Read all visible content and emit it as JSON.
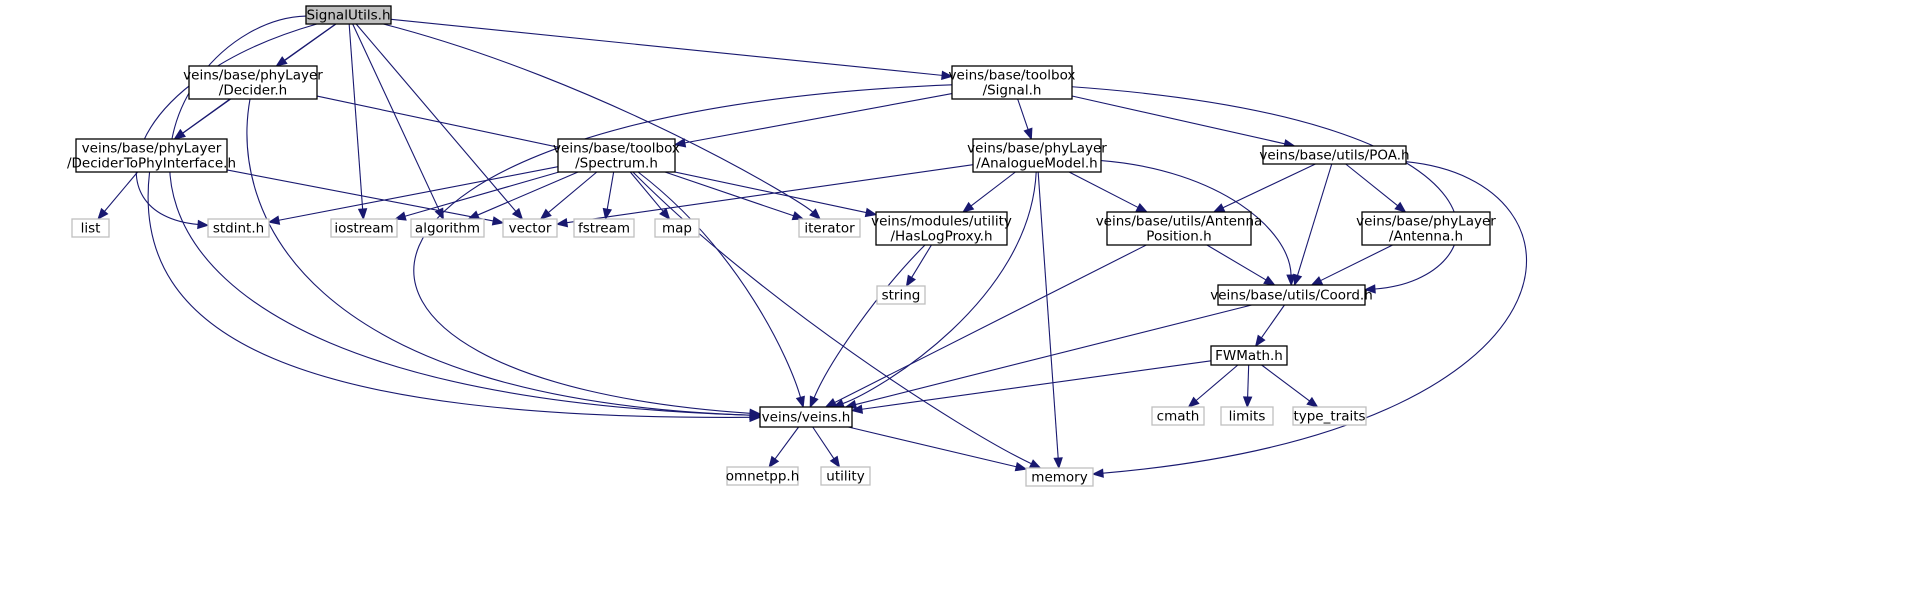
{
  "graph": {
    "nodes": [
      {
        "id": "signalutils",
        "lines": [
          "SignalUtils.h"
        ],
        "kind": "focus"
      },
      {
        "id": "decider",
        "lines": [
          "veins/base/phyLayer",
          "/Decider.h"
        ],
        "kind": "project"
      },
      {
        "id": "signal",
        "lines": [
          "veins/base/toolbox",
          "/Signal.h"
        ],
        "kind": "project"
      },
      {
        "id": "decidertophy",
        "lines": [
          "veins/base/phyLayer",
          "/DeciderToPhyInterface.h"
        ],
        "kind": "project"
      },
      {
        "id": "spectrum",
        "lines": [
          "veins/base/toolbox",
          "/Spectrum.h"
        ],
        "kind": "project"
      },
      {
        "id": "analoguemodel",
        "lines": [
          "veins/base/phyLayer",
          "/AnalogueModel.h"
        ],
        "kind": "project"
      },
      {
        "id": "poa",
        "lines": [
          "veins/base/utils/POA.h"
        ],
        "kind": "project"
      },
      {
        "id": "list",
        "lines": [
          "list"
        ],
        "kind": "system"
      },
      {
        "id": "stdint",
        "lines": [
          "stdint.h"
        ],
        "kind": "system"
      },
      {
        "id": "iostream",
        "lines": [
          "iostream"
        ],
        "kind": "system"
      },
      {
        "id": "algorithm",
        "lines": [
          "algorithm"
        ],
        "kind": "system"
      },
      {
        "id": "vector",
        "lines": [
          "vector"
        ],
        "kind": "system"
      },
      {
        "id": "fstream",
        "lines": [
          "fstream"
        ],
        "kind": "system"
      },
      {
        "id": "map",
        "lines": [
          "map"
        ],
        "kind": "system"
      },
      {
        "id": "iterator",
        "lines": [
          "iterator"
        ],
        "kind": "system"
      },
      {
        "id": "haslogproxy",
        "lines": [
          "veins/modules/utility",
          "/HasLogProxy.h"
        ],
        "kind": "project"
      },
      {
        "id": "antennapos",
        "lines": [
          "veins/base/utils/Antenna",
          "Position.h"
        ],
        "kind": "project"
      },
      {
        "id": "antenna",
        "lines": [
          "veins/base/phyLayer",
          "/Antenna.h"
        ],
        "kind": "project"
      },
      {
        "id": "string",
        "lines": [
          "string"
        ],
        "kind": "system"
      },
      {
        "id": "coord",
        "lines": [
          "veins/base/utils/Coord.h"
        ],
        "kind": "project"
      },
      {
        "id": "fwmath",
        "lines": [
          "FWMath.h"
        ],
        "kind": "project"
      },
      {
        "id": "cmath",
        "lines": [
          "cmath"
        ],
        "kind": "system"
      },
      {
        "id": "limits",
        "lines": [
          "limits"
        ],
        "kind": "system"
      },
      {
        "id": "typetraits",
        "lines": [
          "type_traits"
        ],
        "kind": "system"
      },
      {
        "id": "veins",
        "lines": [
          "veins/veins.h"
        ],
        "kind": "project"
      },
      {
        "id": "omnetpp",
        "lines": [
          "omnetpp.h"
        ],
        "kind": "system"
      },
      {
        "id": "utility",
        "lines": [
          "utility"
        ],
        "kind": "system"
      },
      {
        "id": "memory",
        "lines": [
          "memory"
        ],
        "kind": "system"
      }
    ],
    "edges": [
      {
        "from": "signalutils",
        "to": "decider"
      },
      {
        "from": "signalutils",
        "to": "signal"
      },
      {
        "from": "signalutils",
        "to": "decidertophy"
      },
      {
        "from": "signalutils",
        "to": "stdint"
      },
      {
        "from": "signalutils",
        "to": "iostream"
      },
      {
        "from": "signalutils",
        "to": "algorithm"
      },
      {
        "from": "signalutils",
        "to": "vector"
      },
      {
        "from": "signalutils",
        "to": "iterator"
      },
      {
        "from": "signalutils",
        "to": "veins"
      },
      {
        "from": "decider",
        "to": "decidertophy"
      },
      {
        "from": "decider",
        "to": "haslogproxy"
      },
      {
        "from": "decider",
        "to": "veins"
      },
      {
        "from": "decidertophy",
        "to": "list"
      },
      {
        "from": "decidertophy",
        "to": "vector"
      },
      {
        "from": "decidertophy",
        "to": "veins"
      },
      {
        "from": "signal",
        "to": "spectrum"
      },
      {
        "from": "signal",
        "to": "analoguemodel"
      },
      {
        "from": "signal",
        "to": "poa"
      },
      {
        "from": "signal",
        "to": "coord"
      },
      {
        "from": "signal",
        "to": "veins"
      },
      {
        "from": "spectrum",
        "to": "stdint"
      },
      {
        "from": "spectrum",
        "to": "iostream"
      },
      {
        "from": "spectrum",
        "to": "algorithm"
      },
      {
        "from": "spectrum",
        "to": "vector"
      },
      {
        "from": "spectrum",
        "to": "fstream"
      },
      {
        "from": "spectrum",
        "to": "map"
      },
      {
        "from": "spectrum",
        "to": "iterator"
      },
      {
        "from": "spectrum",
        "to": "memory"
      },
      {
        "from": "spectrum",
        "to": "veins"
      },
      {
        "from": "analoguemodel",
        "to": "vector"
      },
      {
        "from": "analoguemodel",
        "to": "haslogproxy"
      },
      {
        "from": "analoguemodel",
        "to": "antennapos"
      },
      {
        "from": "analoguemodel",
        "to": "coord"
      },
      {
        "from": "analoguemodel",
        "to": "memory"
      },
      {
        "from": "analoguemodel",
        "to": "veins"
      },
      {
        "from": "poa",
        "to": "antennapos"
      },
      {
        "from": "poa",
        "to": "antenna"
      },
      {
        "from": "poa",
        "to": "coord"
      },
      {
        "from": "poa",
        "to": "memory"
      },
      {
        "from": "haslogproxy",
        "to": "string"
      },
      {
        "from": "haslogproxy",
        "to": "veins"
      },
      {
        "from": "antennapos",
        "to": "coord"
      },
      {
        "from": "antennapos",
        "to": "veins"
      },
      {
        "from": "antenna",
        "to": "coord"
      },
      {
        "from": "coord",
        "to": "fwmath"
      },
      {
        "from": "coord",
        "to": "veins"
      },
      {
        "from": "fwmath",
        "to": "cmath"
      },
      {
        "from": "fwmath",
        "to": "limits"
      },
      {
        "from": "fwmath",
        "to": "typetraits"
      },
      {
        "from": "fwmath",
        "to": "veins"
      },
      {
        "from": "veins",
        "to": "omnetpp"
      },
      {
        "from": "veins",
        "to": "utility"
      },
      {
        "from": "veins",
        "to": "memory"
      }
    ]
  },
  "colors": {
    "edge": "#191970",
    "focus_fill": "#bfbfbf",
    "project_border": "#000000",
    "system_border": "#bfbfbf",
    "background": "#ffffff"
  }
}
